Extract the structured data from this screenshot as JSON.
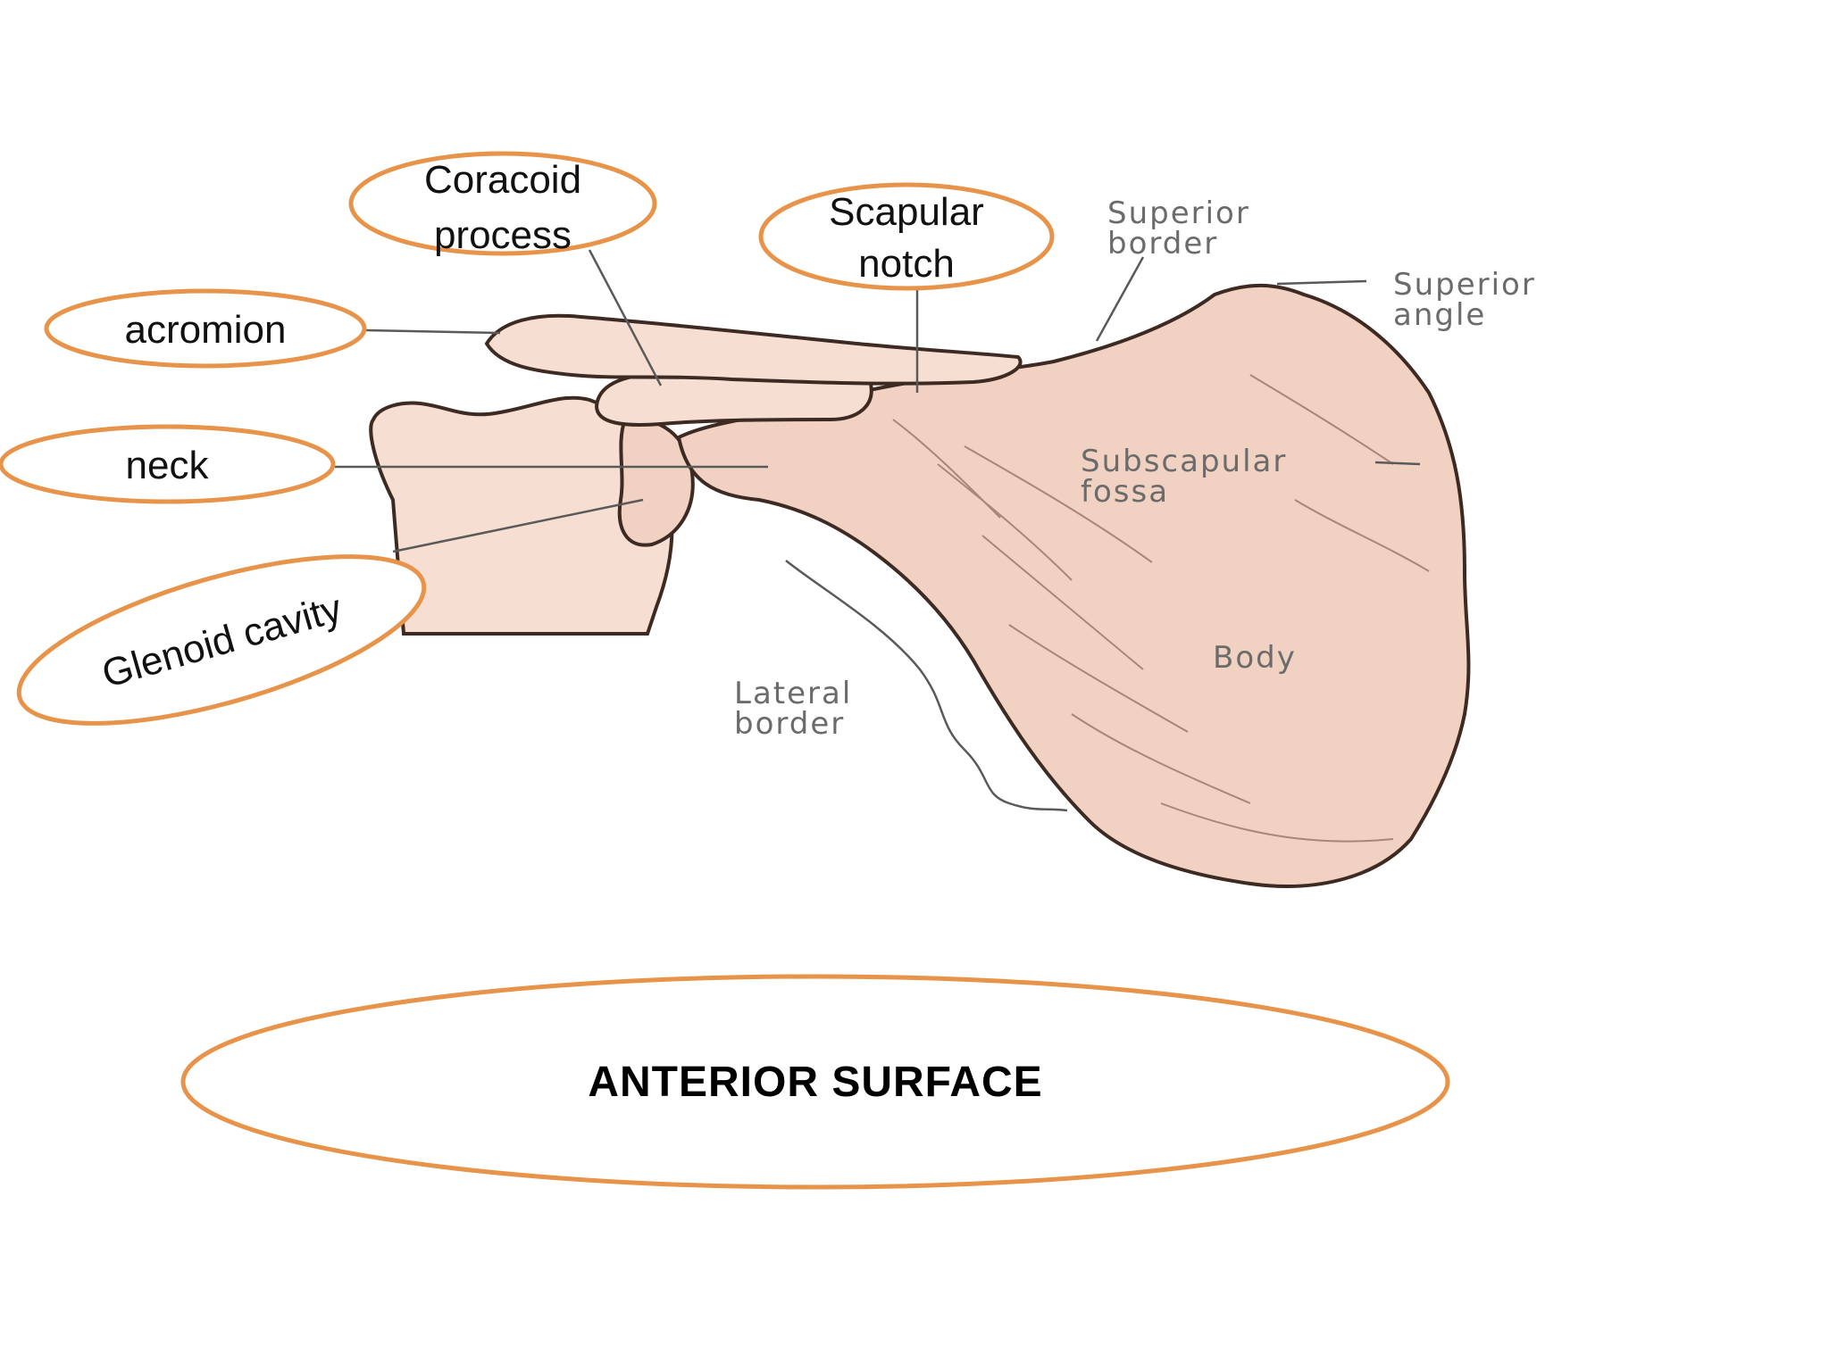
{
  "callouts": {
    "coracoid_line1": "Coracoid",
    "coracoid_line2": "process",
    "scapular_line1": "Scapular",
    "scapular_line2": "notch",
    "acromion": "acromion",
    "neck": "neck",
    "glenoid": "Glenoid cavity"
  },
  "printed_labels": {
    "superior_border_line1": "Superior",
    "superior_border_line2": "border",
    "superior_angle_line1": "Superior",
    "superior_angle_line2": "angle",
    "subscapular_line1": "Subscapular",
    "subscapular_line2": "fossa",
    "body": "Body",
    "lateral_border_line1": "Lateral",
    "lateral_border_line2": "border"
  },
  "caption": "ANTERIOR SURFACE",
  "colors": {
    "oval_stroke": "#e8934a",
    "bone_fill": "#f1d2c2",
    "bone_outline": "#3d2a22"
  }
}
